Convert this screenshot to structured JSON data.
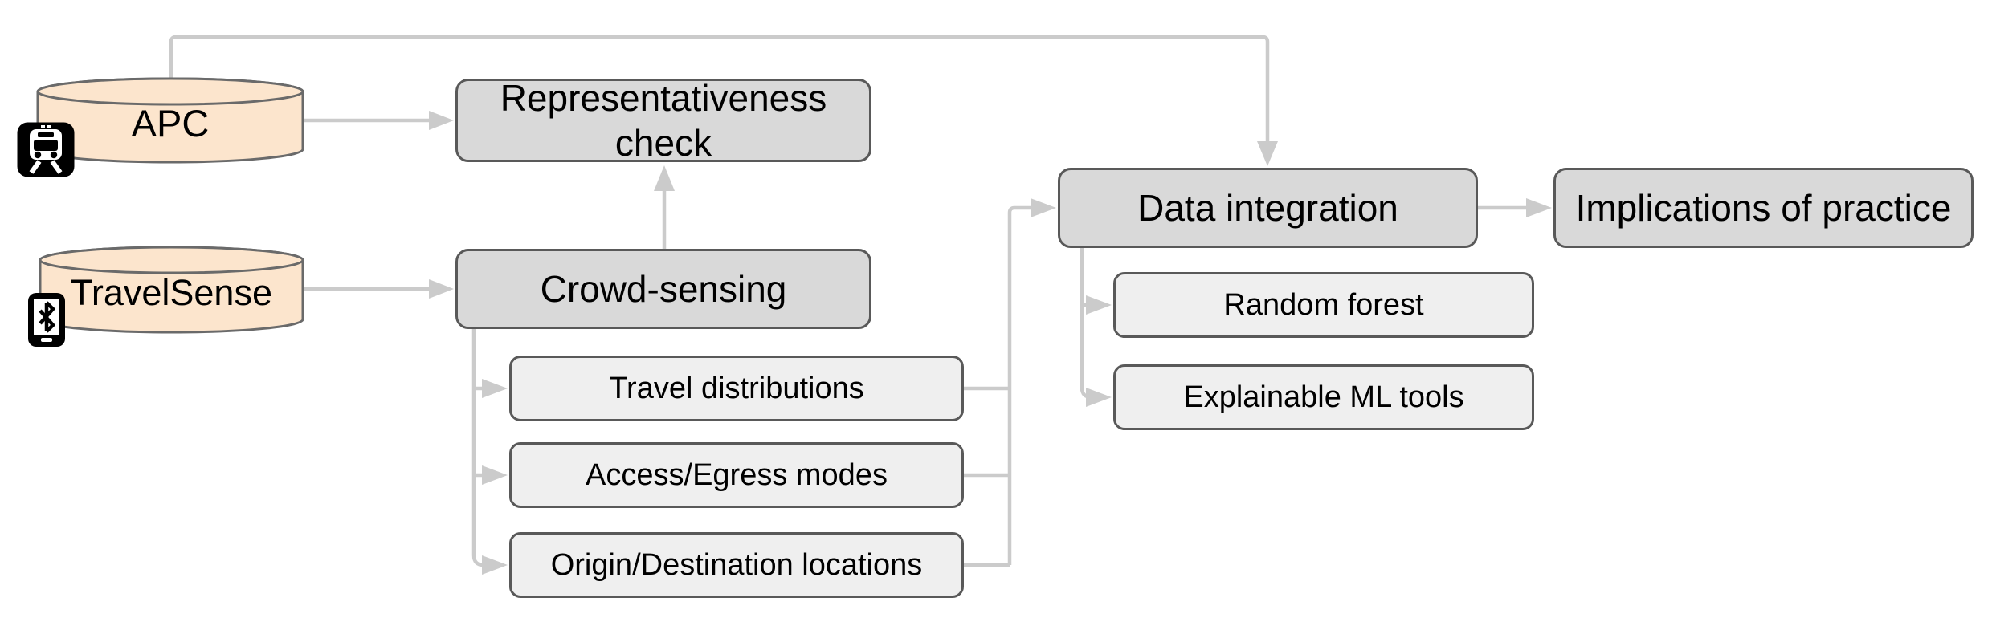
{
  "diagram": {
    "nodes": {
      "apc": {
        "label": "APC",
        "shape": "cylinder",
        "fill": "#fce5cd"
      },
      "travelsense": {
        "label": "TravelSense",
        "shape": "cylinder",
        "fill": "#fce5cd"
      },
      "rep_check": {
        "label": "Representativeness check",
        "shape": "rounded-box",
        "fill": "#d9d9d9"
      },
      "crowd_sensing": {
        "label": "Crowd-sensing",
        "shape": "rounded-box",
        "fill": "#d9d9d9"
      },
      "travel_dist": {
        "label": "Travel distributions",
        "shape": "rounded-box",
        "fill": "#efefef"
      },
      "access_egress": {
        "label": "Access/Egress modes",
        "shape": "rounded-box",
        "fill": "#efefef"
      },
      "origin_dest": {
        "label": "Origin/Destination locations",
        "shape": "rounded-box",
        "fill": "#efefef"
      },
      "data_integration": {
        "label": "Data integration",
        "shape": "rounded-box",
        "fill": "#d9d9d9"
      },
      "random_forest": {
        "label": "Random forest",
        "shape": "rounded-box",
        "fill": "#efefef"
      },
      "explainable_ml": {
        "label": "Explainable ML tools",
        "shape": "rounded-box",
        "fill": "#efefef"
      },
      "implications": {
        "label": "Implications of practice",
        "shape": "rounded-box",
        "fill": "#d9d9d9"
      }
    },
    "icons": {
      "apc_icon": "train-icon",
      "travelsense_icon": "bluetooth-phone-icon"
    },
    "edges": [
      {
        "from": "apc",
        "to": "data_integration"
      },
      {
        "from": "apc",
        "to": "rep_check"
      },
      {
        "from": "travelsense",
        "to": "crowd_sensing"
      },
      {
        "from": "crowd_sensing",
        "to": "rep_check"
      },
      {
        "from": "crowd_sensing",
        "to": "travel_dist"
      },
      {
        "from": "crowd_sensing",
        "to": "access_egress"
      },
      {
        "from": "crowd_sensing",
        "to": "origin_dest"
      },
      {
        "from": "travel_dist",
        "to": "data_integration"
      },
      {
        "from": "access_egress",
        "to": "data_integration"
      },
      {
        "from": "origin_dest",
        "to": "data_integration"
      },
      {
        "from": "data_integration",
        "to": "implications"
      },
      {
        "from": "data_integration",
        "to": "random_forest"
      },
      {
        "from": "data_integration",
        "to": "explainable_ml"
      }
    ],
    "colors": {
      "cylinder_fill": "#fce5cd",
      "cylinder_stroke": "#6a6a6a",
      "box_gray_fill": "#d9d9d9",
      "box_light_fill": "#efefef",
      "box_stroke": "#595959",
      "connector": "#cbcbcb",
      "icon_bg": "#000000",
      "text": "#000000"
    }
  }
}
